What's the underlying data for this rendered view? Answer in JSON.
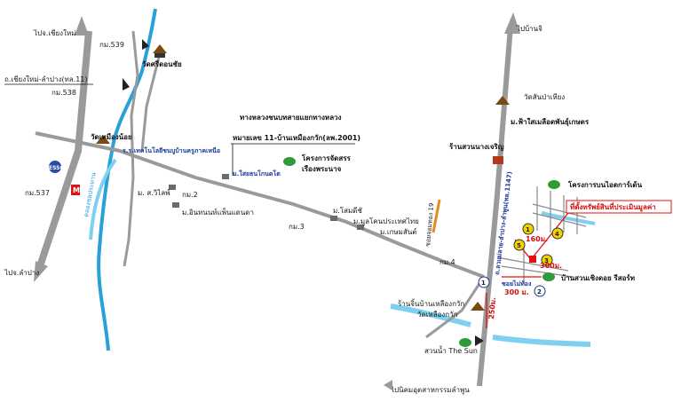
{
  "labels": {
    "to_chiang_mai": "ไปจ.เชียงใหม่",
    "km539": "กม.539",
    "wat_temple_top": "วัดศรีดอนชัย",
    "road_chiangmai_lampang": "ถ.เชียงใหม่-ลำปาง(ทล.11)",
    "km538": "กม.538",
    "wat_mueang": "วัดเหมืองน้อย",
    "rtc_center": "ร.ร.เทคโนโลยีชนบูบ้านครูภาคเหนือ",
    "esso": "ESSO",
    "km537": "กม.537",
    "canal": "คลองชลประทาน",
    "to_lampang": "ไปจ.ลำปาง",
    "highway_desc_1": "ทางหลวงชนบทสายแยกทางหลวง",
    "highway_desc_2": "หมายเลข 11-บ้านเหมืองกวัก(ลพ.2001)",
    "ban_sompon": "ม.ใสยธนโกนดโต",
    "project_school": "โครงการจัดสรร",
    "project_school_2": "เรืองพระนาจ",
    "ban_sriwilai": "ม. ส.วิไลพ์",
    "km2": "กม.2",
    "ban_suk": "ม.อินทนนท์แพ็นแดนดา",
    "km3": "กม.3",
    "ban_somdee": "ม.โสมดีชั",
    "ban_tai": "ม.มูลโคนประเทศไทย",
    "ban_kasem": "ม.เกษมสันต์",
    "soi19": "ซอยจอมทอง 19",
    "km4": "กม.4",
    "to_ban_chi": "ไปบ้านจิ",
    "wat_pa": "วัดสันป่าเหียง",
    "ban_fai": "ม.ฟ้าใสเมลือดพันธุ์เกษตร",
    "shop": "ร้านสวนนางเจริญ",
    "project_right": "โครงการบนไอตการ์เด้น",
    "appraise": "ที่ตั้งทรัพย์สินที่ประเมินมูลค่า",
    "road_right": "ถ.ลวแม่ลาย-ลำปาง-ลำพูน(ทล.1147)",
    "dist_160": "160ม.",
    "dist_300": "300ม.",
    "dist_300b": "300 ม.",
    "soi_ban": "ซอยไม่ท้อง",
    "ban_suan": "บ้านสวนเชิงดอย รีสอร์ท",
    "market": "ร้านจิ้นบ้านเหลืองกวัก",
    "wat_bottom": "วัดเหลืองกวัก",
    "dist_250": "250ม.",
    "sun_resort": "สวนน้ำ The Sun",
    "to_lamphun": "ไปนิคมอุตสาหกรรมลำพูน",
    "n1": "1",
    "n2": "2",
    "n3": "3",
    "n4": "4",
    "n5": "5"
  },
  "colors": {
    "road": "#9a9a9a",
    "road_dark": "#6f6f6f",
    "water": "#7fd0f0",
    "water_edge": "#2aa0d8",
    "highlight": "#e01010",
    "marker_fill": "#f2d200",
    "soi_line": "#e88a1a",
    "blue_label": "#1a3a9a"
  },
  "icons": {
    "temple": "temple-icon",
    "tree": "tree-icon",
    "house": "house-icon",
    "fuel": "fuel-station-icon",
    "m_marker": "m-marker-icon",
    "shop": "shop-icon",
    "arrow": "arrow-icon",
    "red_marker": "appraised-site-marker-icon"
  }
}
